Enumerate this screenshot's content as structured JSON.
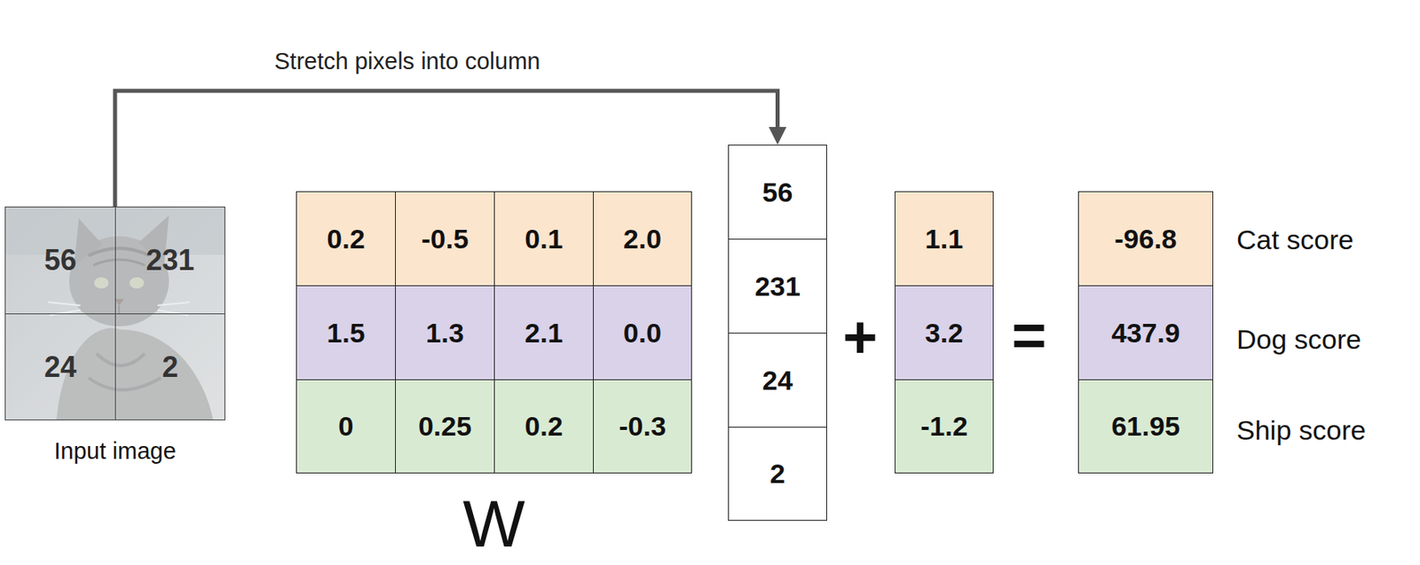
{
  "diagram": {
    "nodes": [
      {
        "text": [
          "56",
          "231",
          "24",
          "2",
          "Input image"
        ]
      },
      {
        "text": [
          "0.2",
          "-0.5",
          "0.1",
          "2.0",
          "1.5",
          "1.3",
          "2.1",
          "0.0",
          "0",
          "0.25",
          "0.2",
          "-0.3",
          "W"
        ]
      },
      {
        "text": [
          "56",
          "231",
          "24",
          "2"
        ]
      },
      {
        "text": [
          "1.1",
          "3.2",
          "-1.2"
        ]
      },
      {
        "text": [
          "-96.8",
          "437.9",
          "61.95"
        ]
      }
    ],
    "edges": [
      {
        "from": 0,
        "to": 2,
        "arrow": "to",
        "label": "Stretch pixels into column"
      }
    ],
    "labels": [
      "+",
      "=",
      "Cat score",
      "Dog score",
      "Ship score"
    ]
  }
}
